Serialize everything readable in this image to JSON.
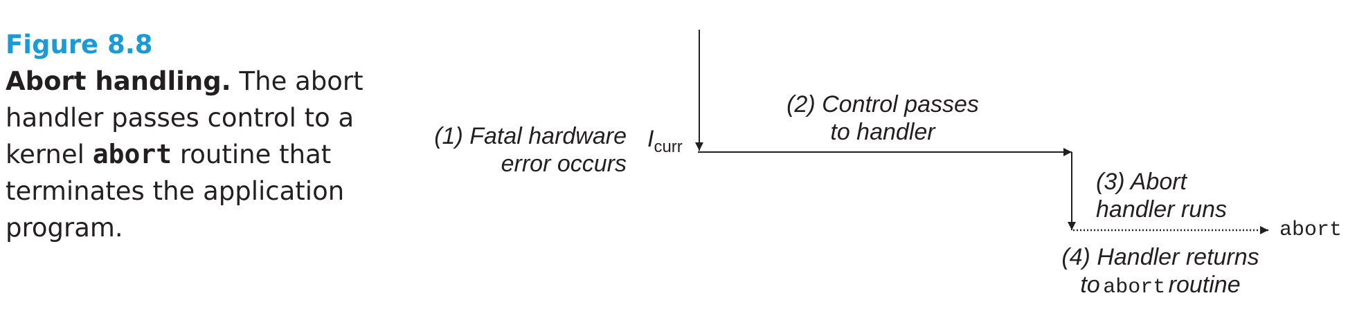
{
  "caption": {
    "figure_number": "Figure 8.8",
    "title": "Abort handling.",
    "text_before_code": "The abort handler passes control to a kernel",
    "code": "abort",
    "text_after_code": "routine that terminates the application program."
  },
  "diagram": {
    "step1": {
      "line1": "(1) Fatal hardware",
      "line2": "error occurs"
    },
    "instruction": {
      "base": "I",
      "subscript": "curr"
    },
    "step2": {
      "line1": "(2) Control passes",
      "line2": "to handler"
    },
    "step3": {
      "line1": "(3) Abort",
      "line2": "handler runs"
    },
    "target_label": "abort",
    "step4": {
      "line1": "(4) Handler returns",
      "line2_prefix": "to",
      "line2_code": "abort",
      "line2_suffix": "routine"
    }
  },
  "colors": {
    "accent": "#1a9bd7",
    "text": "#231f20"
  }
}
